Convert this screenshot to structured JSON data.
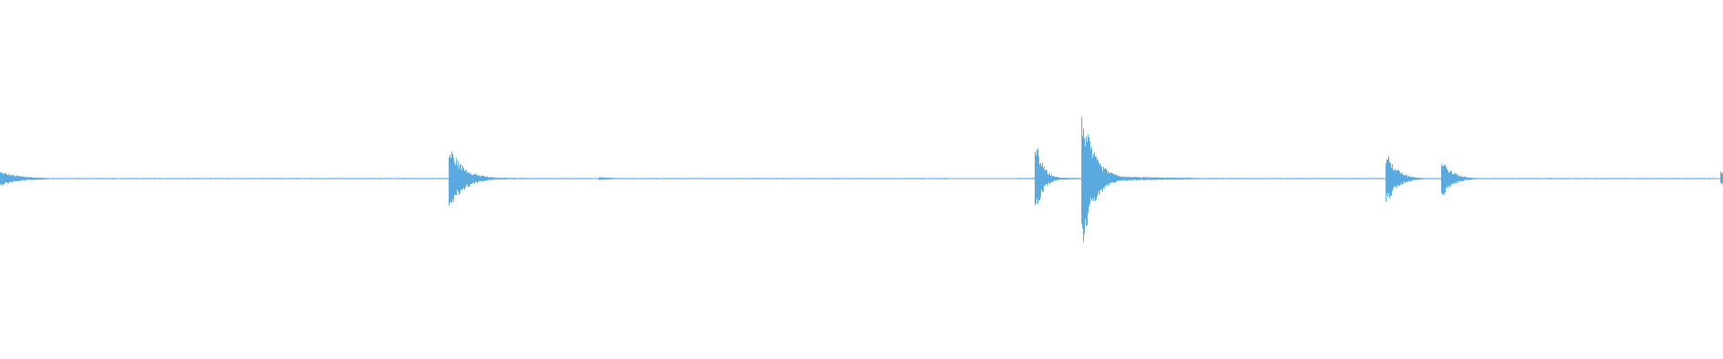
{
  "waveform": {
    "color": "#5aaae0",
    "duration_fraction": 1.0,
    "bursts": [
      {
        "pos": 0.0,
        "amp": 0.09,
        "decay": 0.012
      },
      {
        "pos": 0.262,
        "amp": 0.36,
        "decay": 0.008
      },
      {
        "pos": 0.349,
        "amp": 0.02,
        "decay": 0.01
      },
      {
        "pos": 0.602,
        "amp": 0.42,
        "decay": 0.004
      },
      {
        "pos": 0.629,
        "amp": 0.78,
        "decay": 0.007
      },
      {
        "pos": 0.806,
        "amp": 0.28,
        "decay": 0.006
      },
      {
        "pos": 0.838,
        "amp": 0.21,
        "decay": 0.006
      },
      {
        "pos": 1.0,
        "amp": 0.09,
        "decay": 0.002
      }
    ],
    "noise_floor": 0.008,
    "quiet_zones": [
      [
        0.55,
        0.59
      ]
    ]
  }
}
